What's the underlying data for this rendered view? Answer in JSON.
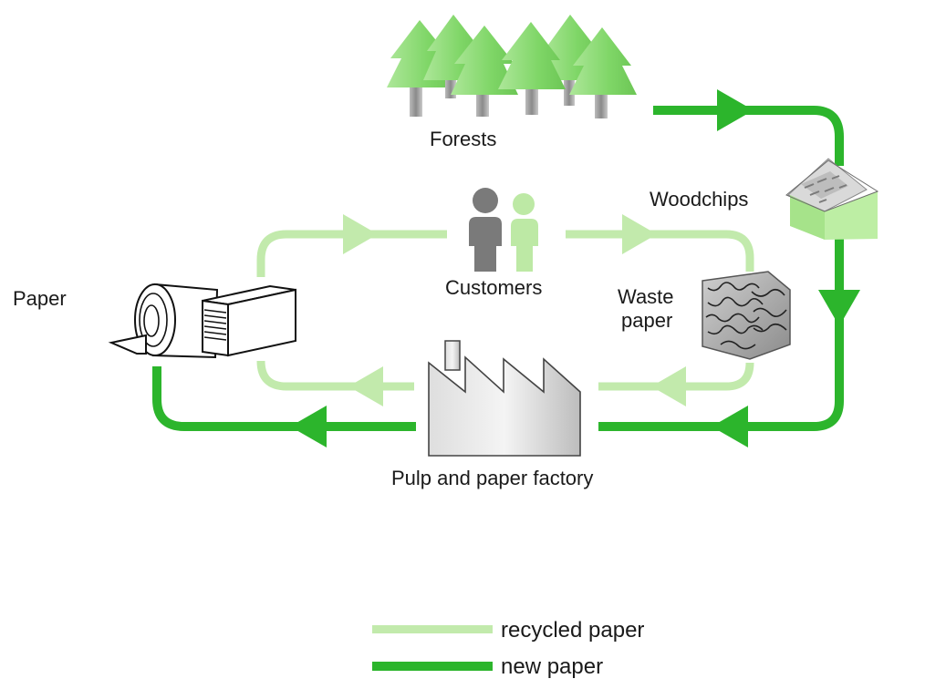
{
  "labels": {
    "forests": "Forests",
    "woodchips": "Woodchips",
    "customers": "Customers",
    "waste_line1": "Waste",
    "waste_line2": "paper",
    "paper": "Paper",
    "factory": "Pulp and paper factory"
  },
  "legend": {
    "recycled": "recycled paper",
    "new": "new paper"
  },
  "colors": {
    "new_paper": "#2cb52c",
    "recycled_paper": "#c2eaac",
    "tree": "#7fd667",
    "person_dark": "#777777",
    "person_light": "#bde9a5"
  }
}
